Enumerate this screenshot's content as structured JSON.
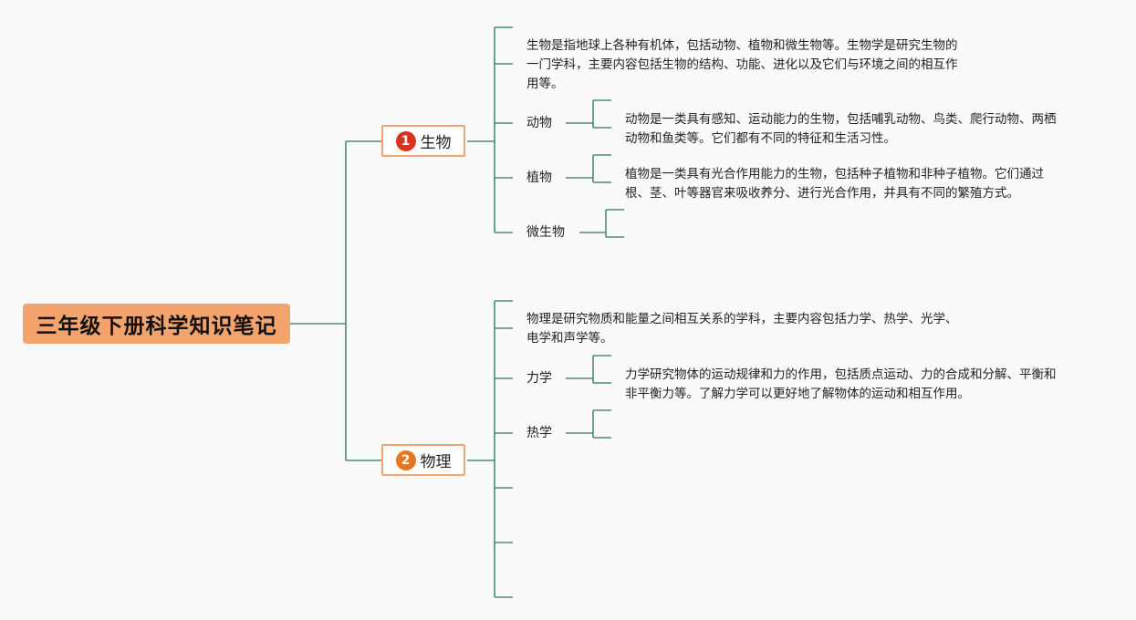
{
  "root": {
    "title": "三年级下册科学知识笔记"
  },
  "topics": [
    {
      "number": "1",
      "label": "生物",
      "badge_color": "#d9321f",
      "description": "生物是指地球上各种有机体，包括动物、植物和微生物等。生物学是研究生物的\n一门学科，主要内容包括生物的结构、功能、进化以及它们与环境之间的相互作\n用等。",
      "subtopics": [
        {
          "label": "动物",
          "detail": "动物是一类具有感知、运动能力的生物，包括哺乳动物、鸟类、爬行动物、两栖\n动物和鱼类等。它们都有不同的特征和生活习性。"
        },
        {
          "label": "植物",
          "detail": "植物是一类具有光合作用能力的生物，包括种子植物和非种子植物。它们通过\n根、茎、叶等器官来吸收养分、进行光合作用，并具有不同的繁殖方式。"
        },
        {
          "label": "微生物",
          "detail": ""
        }
      ]
    },
    {
      "number": "2",
      "label": "物理",
      "badge_color": "#e8751f",
      "description": "物理是研究物质和能量之间相互关系的学科，主要内容包括力学、热学、光学、\n电学和声学等。",
      "subtopics": [
        {
          "label": "力学",
          "detail": "力学研究物体的运动规律和力的作用，包括质点运动、力的合成和分解、平衡和\n非平衡力等。了解力学可以更好地了解物体的运动和相互作用。"
        },
        {
          "label": "热学",
          "detail": ""
        }
      ]
    }
  ],
  "colors": {
    "connector": "#4e8a7a",
    "root_fill": "#f3a36b",
    "topic_border": "#f2a46e"
  }
}
